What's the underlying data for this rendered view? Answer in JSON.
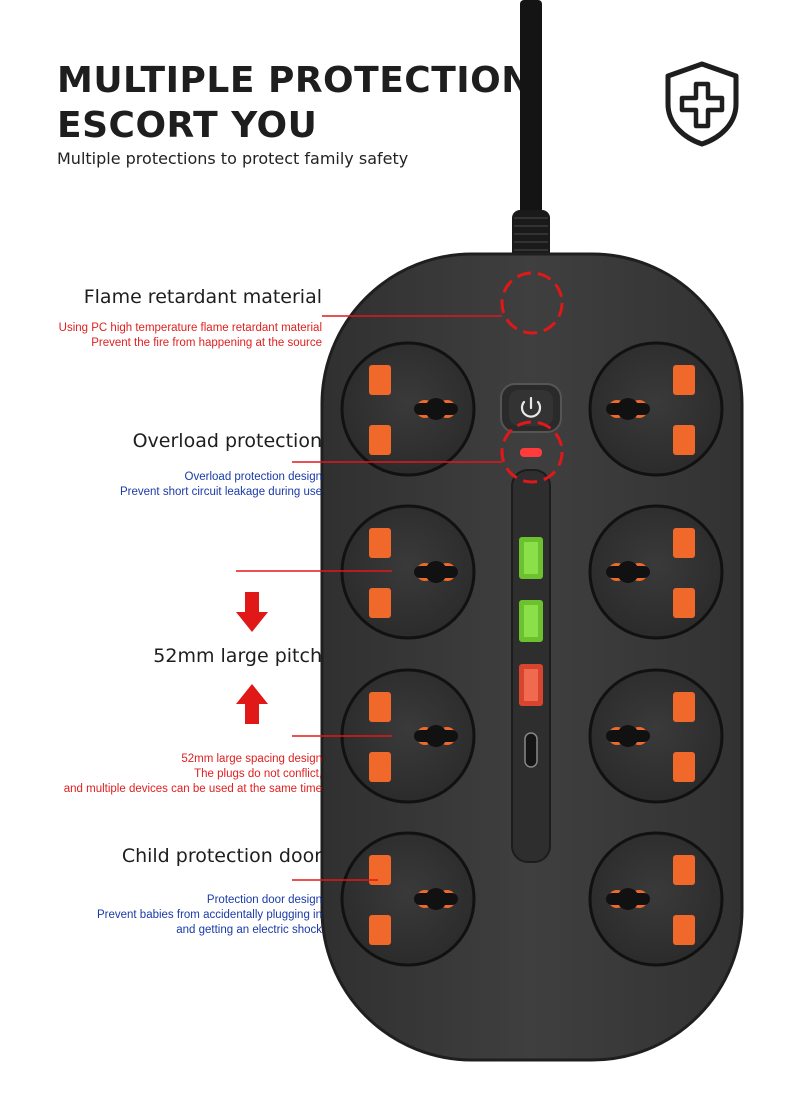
{
  "header": {
    "title_line1": "MULTIPLE PROTECTION",
    "title_line2": "ESCORT YOU",
    "subtitle": "Multiple protections to protect family safety",
    "badge_icon": "shield-cross-icon"
  },
  "features": [
    {
      "title": "Flame retardant material",
      "desc": [
        "Using PC high temperature flame retardant material",
        "Prevent the fire from happening at the source"
      ],
      "desc_color": "#e02020"
    },
    {
      "title": "Overload protection",
      "desc": [
        "Overload protection design",
        "Prevent short circuit leakage during use"
      ],
      "desc_color": "#1a3aa8"
    },
    {
      "title": "52mm large pitch",
      "desc": [
        "52mm large spacing design",
        "The plugs do not conflict,",
        "and multiple devices can be used at the same time"
      ],
      "desc_color": "#e02020"
    },
    {
      "title": "Child protection door",
      "desc": [
        "Protection door design",
        "Prevent babies from accidentally plugging in",
        "and getting an electric shock"
      ],
      "desc_color": "#1a3aa8"
    }
  ],
  "colors": {
    "body": "#3b3b3b",
    "socket_orange": "#f0692a",
    "callout_red": "#e01818",
    "usb_green": "#7fd63a",
    "usb_red": "#e8503a"
  }
}
